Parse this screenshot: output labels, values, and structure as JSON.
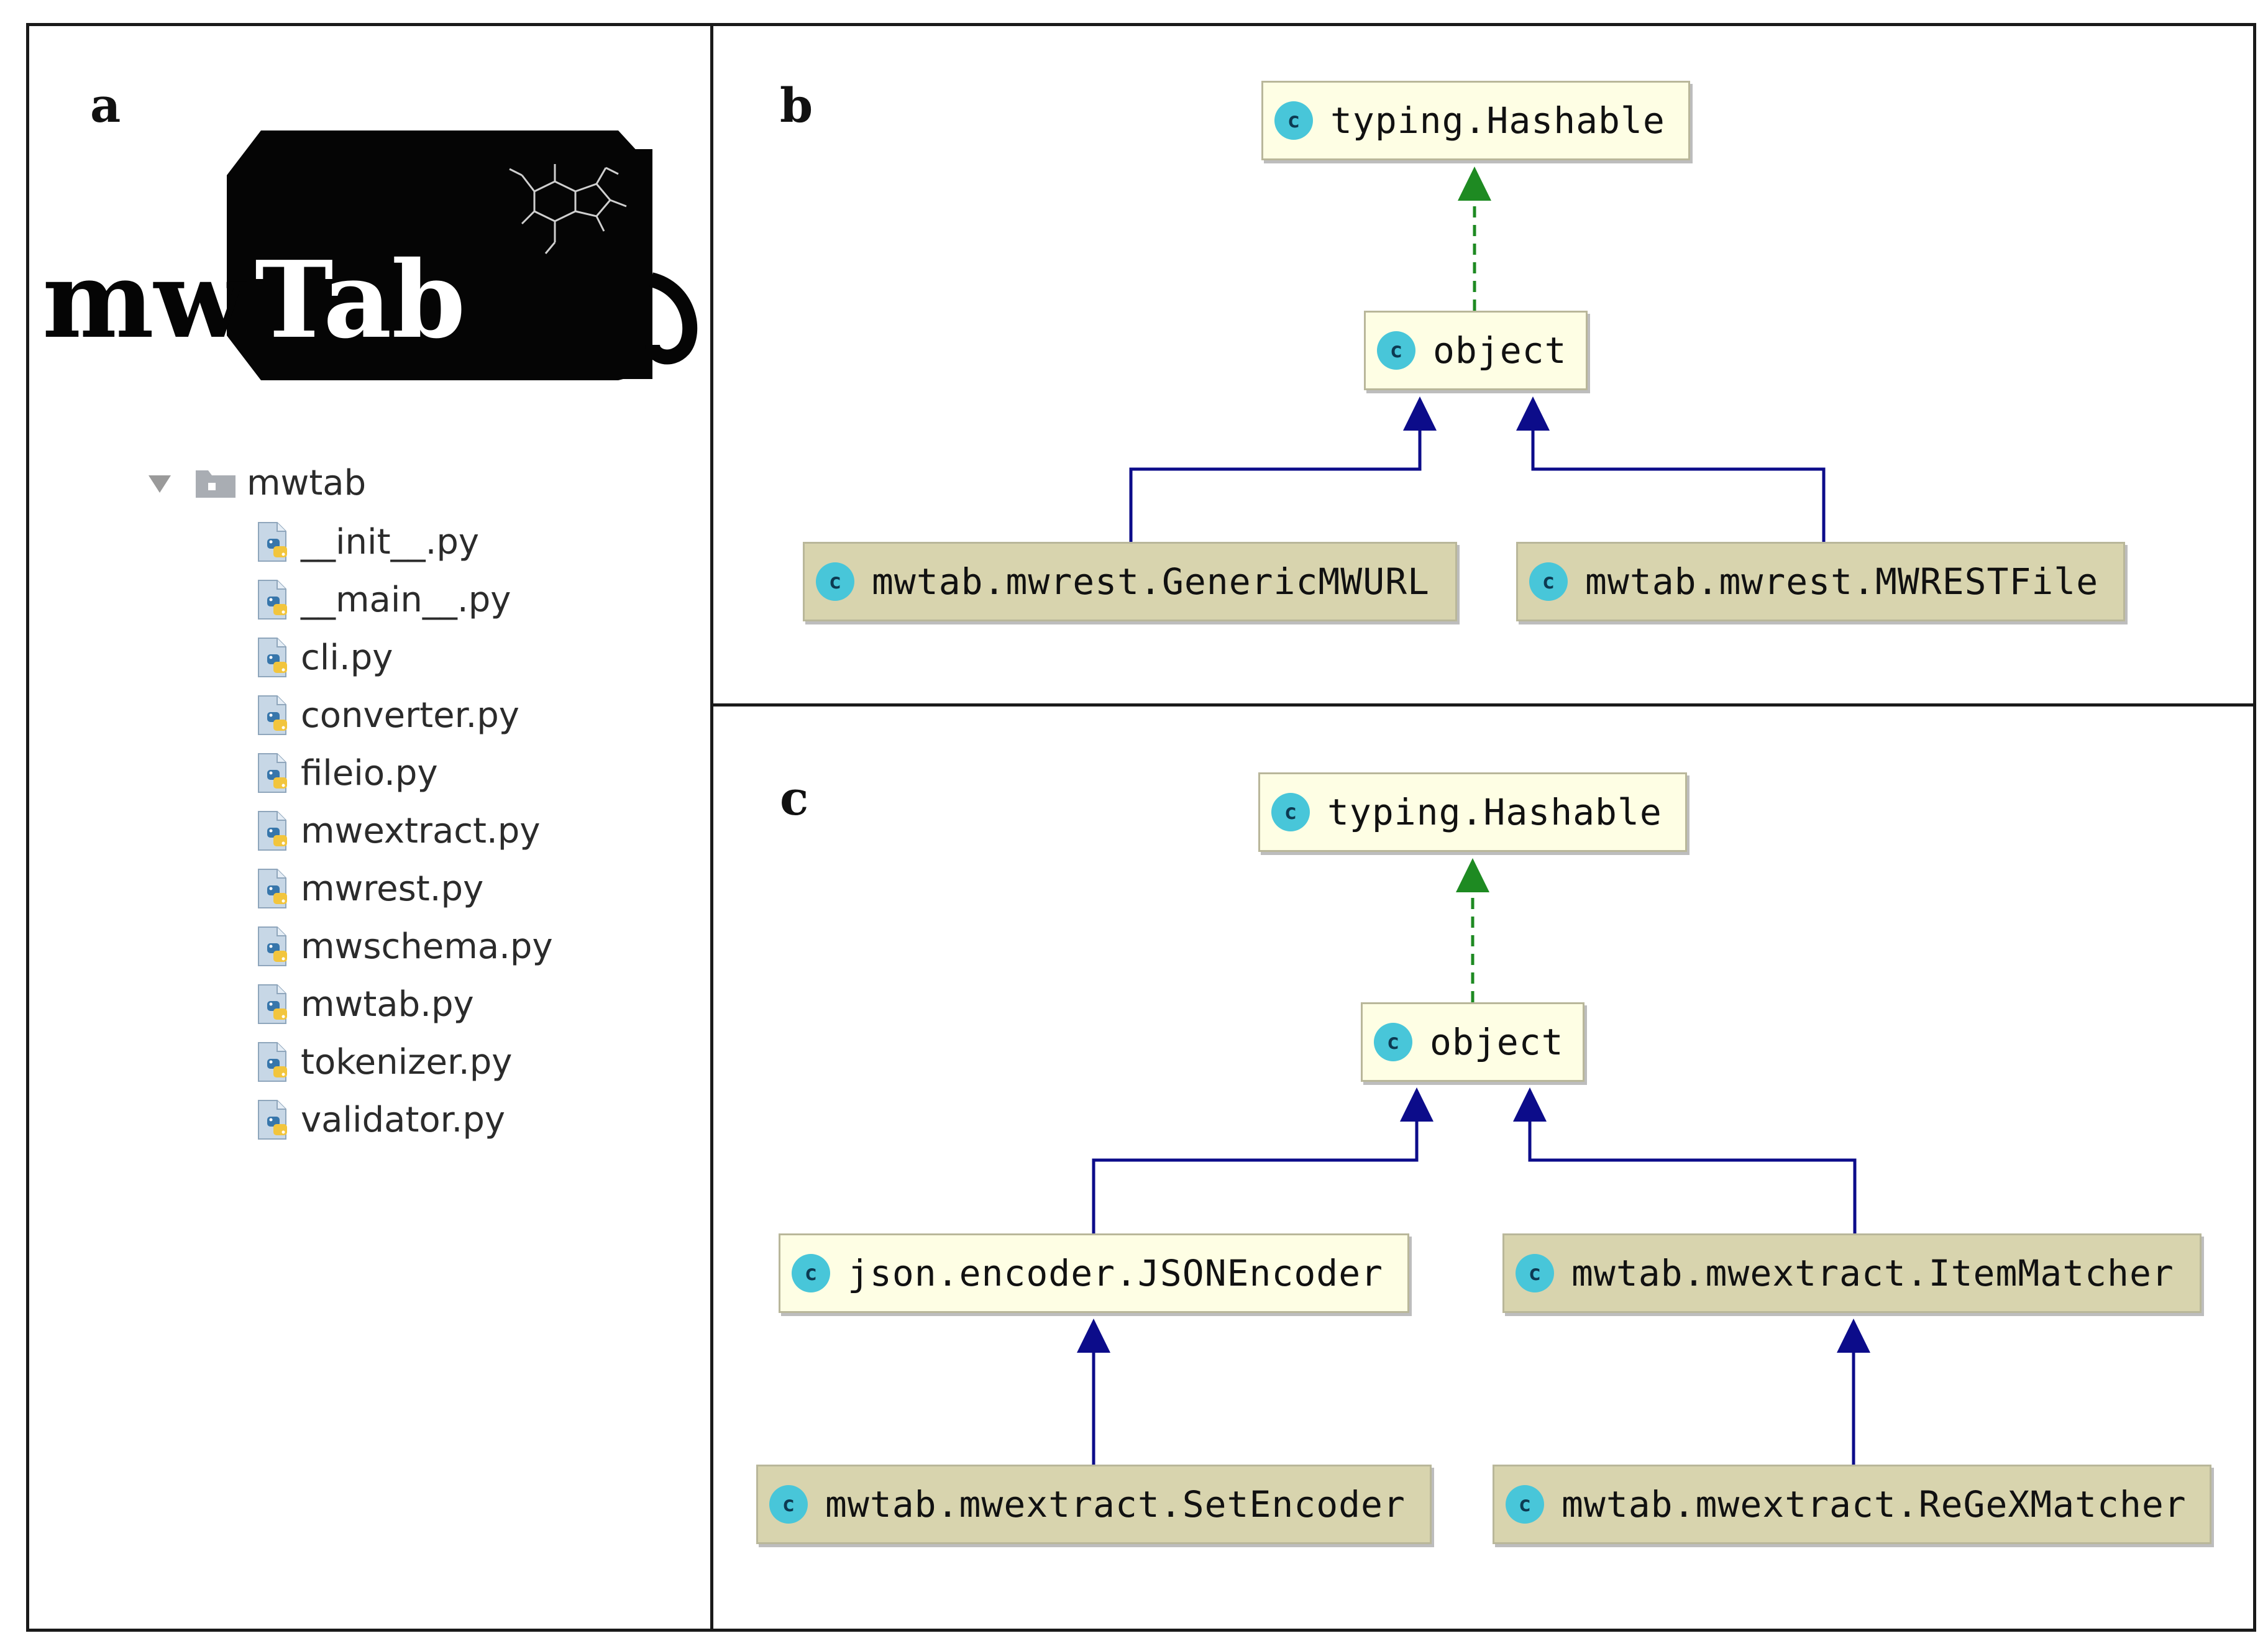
{
  "panels": {
    "a": "a",
    "b": "b",
    "c": "c"
  },
  "logo": {
    "part1": "mw",
    "part2": "Tab"
  },
  "tree": {
    "folder": "mwtab",
    "files": [
      "__init__.py",
      "__main__.py",
      "cli.py",
      "converter.py",
      "fileio.py",
      "mwextract.py",
      "mwrest.py",
      "mwschema.py",
      "mwtab.py",
      "tokenizer.py",
      "validator.py"
    ]
  },
  "class_icon_letter": "c",
  "diagram_b": {
    "hashable": "typing.Hashable",
    "object": "object",
    "generic": "mwtab.mwrest.GenericMWURL",
    "restfile": "mwtab.mwrest.MWRESTFile"
  },
  "diagram_c": {
    "hashable": "typing.Hashable",
    "object": "object",
    "jsonencoder": "json.encoder.JSONEncoder",
    "itemmatcher": "mwtab.mwextract.ItemMatcher",
    "setencoder": "mwtab.mwextract.SetEncoder",
    "regexmatcher": "mwtab.mwextract.ReGeXMatcher"
  },
  "colors": {
    "node_light": "#fefee4",
    "node_dark": "#d8d4ae",
    "icon": "#48c6d9",
    "inherit_arrow": "#0c0c8a",
    "implements_arrow": "#1e8a22"
  }
}
